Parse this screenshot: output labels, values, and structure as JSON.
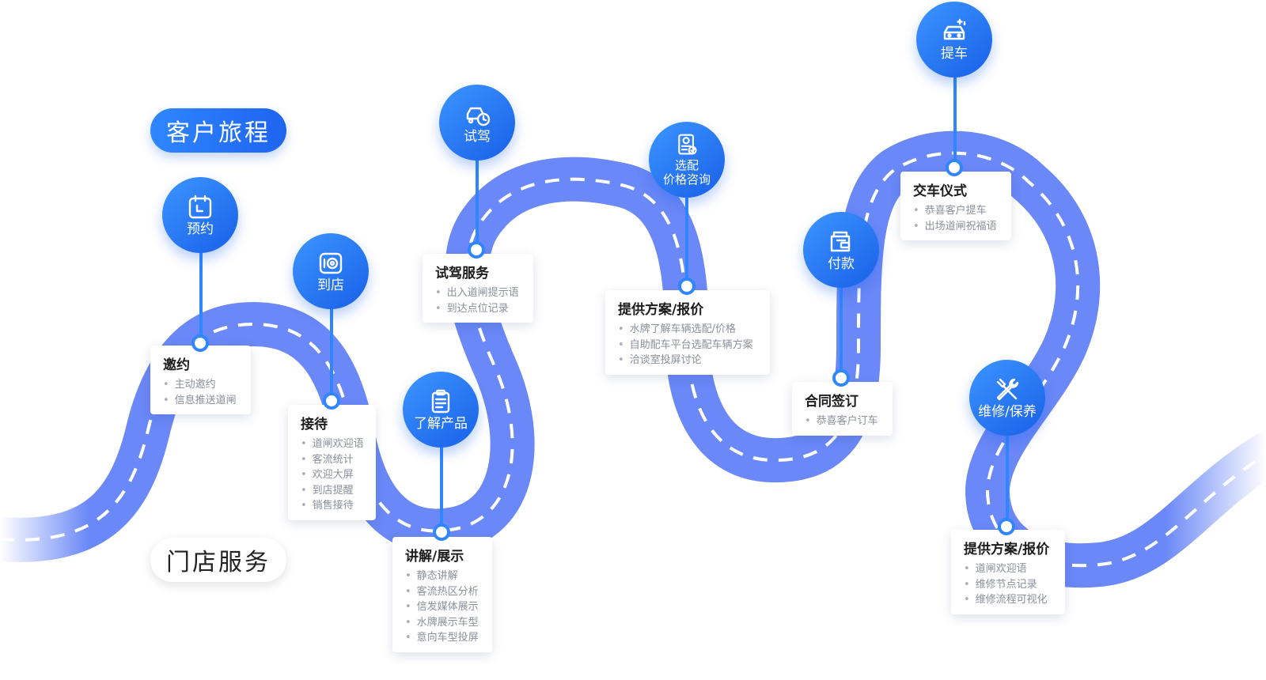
{
  "header": {
    "journey_label": "客户旅程",
    "store_label": "门店服务"
  },
  "colors": {
    "primary": "#1e64ef",
    "road": "#6a88f7",
    "road_dash": "#ffffff"
  },
  "stages": [
    {
      "label": "预约",
      "icon": "calendar-clock-icon",
      "card_title": "邀约",
      "items": [
        "主动邀约",
        "信息推送道闸"
      ]
    },
    {
      "label": "到店",
      "icon": "store-location-icon",
      "card_title": "接待",
      "items": [
        "道闸欢迎语",
        "客流统计",
        "欢迎大屏",
        "到店提醒",
        "销售接待"
      ]
    },
    {
      "label": "试驾",
      "icon": "car-clock-icon",
      "card_title": "试驾服务",
      "items": [
        "出入道闸提示语",
        "到达点位记录"
      ]
    },
    {
      "label": "了解产品",
      "icon": "clipboard-icon",
      "card_title": "讲解/展示",
      "items": [
        "静态讲解",
        "客流热区分析",
        "信发媒体展示",
        "水牌展示车型",
        "意向车型投屏"
      ]
    },
    {
      "label": "选配\n价格咨询",
      "icon": "price-document-icon",
      "card_title": "提供方案/报价",
      "items": [
        "水牌了解车辆选配/价格",
        "自助配车平台选配车辆方案",
        "洽谈室投屏讨论"
      ]
    },
    {
      "label": "付款",
      "icon": "wallet-icon",
      "card_title": "合同签订",
      "items": [
        "恭喜客户订车"
      ]
    },
    {
      "label": "提车",
      "icon": "sparkle-car-icon",
      "card_title": "交车仪式",
      "items": [
        "恭喜客户提车",
        "出场道闸祝福语"
      ]
    },
    {
      "label": "维修/保养",
      "icon": "tools-icon",
      "card_title": "提供方案/报价",
      "items": [
        "道闸欢迎语",
        "维修节点记录",
        "维修流程可视化"
      ]
    }
  ]
}
